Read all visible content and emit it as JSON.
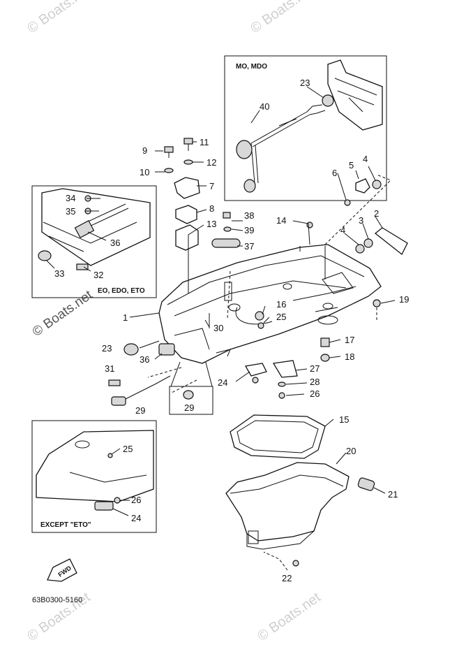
{
  "watermark": {
    "text": "© Boats.net"
  },
  "diagram_code": "63B0300-5160",
  "fwd_label": "FWD",
  "boxes": {
    "mo_mdo": "MO, MDO",
    "eo_edo_eto": "EO, EDO, ETO",
    "except_eto": "EXCEPT \"ETO\""
  },
  "callouts": {
    "c1": "1",
    "c2": "2",
    "c3": "3",
    "c4a": "4",
    "c4b": "4",
    "c5": "5",
    "c6": "6",
    "c7": "7",
    "c8": "8",
    "c9": "9",
    "c10": "10",
    "c11": "11",
    "c12": "12",
    "c13": "13",
    "c14": "14",
    "c15": "15",
    "c16": "16",
    "c17": "17",
    "c18": "18",
    "c19": "19",
    "c20": "20",
    "c21": "21",
    "c22": "22",
    "c23a": "23",
    "c23b": "23",
    "c24a": "24",
    "c24b": "24",
    "c25a": "25",
    "c25b": "25",
    "c26a": "26",
    "c26b": "26",
    "c27": "27",
    "c28": "28",
    "c29a": "29",
    "c29b": "29",
    "c30": "30",
    "c31": "31",
    "c32": "32",
    "c33": "33",
    "c34": "34",
    "c35": "35",
    "c36a": "36",
    "c36b": "36",
    "c37": "37",
    "c38": "38",
    "c39": "39",
    "c40": "40"
  }
}
